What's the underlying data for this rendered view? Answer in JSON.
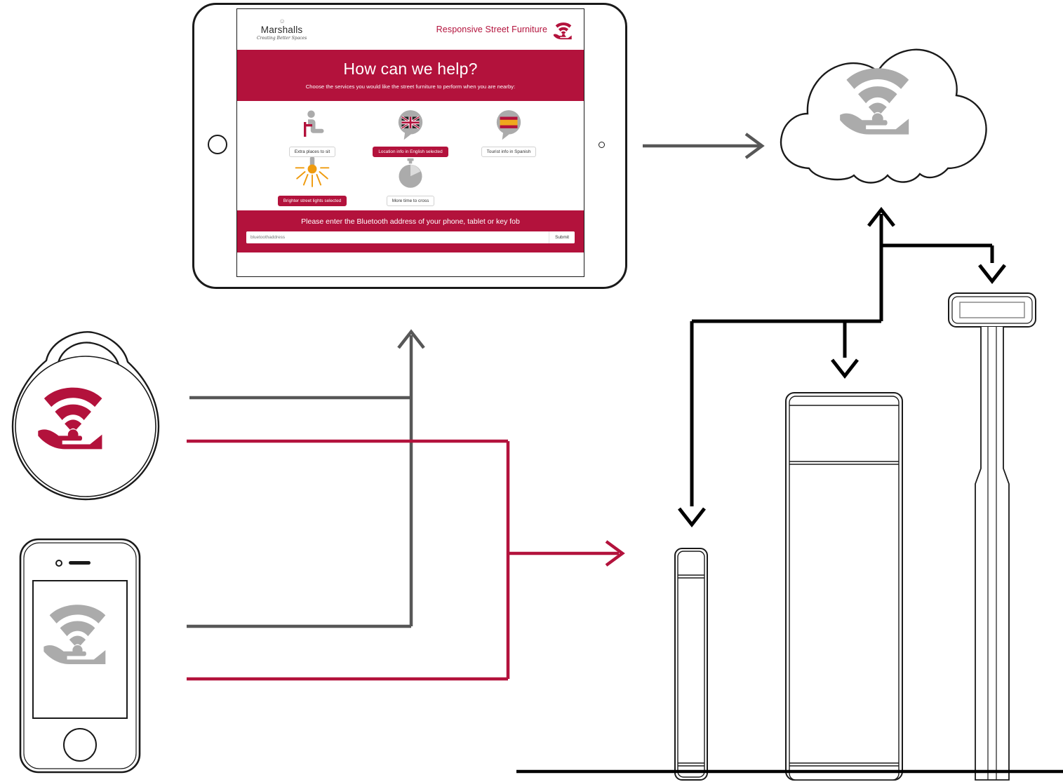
{
  "diagram": {
    "title": "Responsive Street Furniture system diagram",
    "colors": {
      "brand_red": "#B3123C",
      "gray_arrow": "#575757",
      "icon_gray": "#ababab",
      "outline": "#1a1a1a",
      "amber": "#ef9b0f"
    }
  },
  "tablet": {
    "header": {
      "logo_mark": "☺",
      "logo_name": "Marshalls",
      "logo_tagline": "Creating Better Spaces",
      "product_title": "Responsive Street Furniture",
      "wifi_icon": "wifi-hand-icon"
    },
    "hero": {
      "heading": "How can we help?",
      "subheading": "Choose the services you would like the street furniture to perform when you are nearby:"
    },
    "services": [
      {
        "id": "extra-seating",
        "label": "Extra places to sit",
        "icon": "seated-person-icon",
        "selected": false
      },
      {
        "id": "location-english",
        "label": "Location info in English selected",
        "icon": "uk-flag-speech-bubble-icon",
        "selected": true
      },
      {
        "id": "tourist-spanish",
        "label": "Tourist info in Spanish",
        "icon": "spain-flag-speech-bubble-icon",
        "selected": false
      },
      {
        "id": "brighter-lights",
        "label": "Brighter street lights selected",
        "icon": "bright-lamp-icon",
        "selected": true
      },
      {
        "id": "more-crossing-time",
        "label": "More time to cross",
        "icon": "stopwatch-icon",
        "selected": false
      }
    ],
    "bluetooth": {
      "prompt": "Please enter the Bluetooth address of your phone, tablet or key fob",
      "input_value": "",
      "input_placeholder": "bluetoothaddress",
      "submit_label": "Submit"
    }
  },
  "devices": {
    "keyfob": {
      "name": "key-fob",
      "icon": "wifi-hand-icon",
      "icon_color": "#B3123C"
    },
    "phone": {
      "name": "smartphone",
      "icon": "wifi-hand-icon",
      "icon_color": "#ababab"
    },
    "cloud": {
      "name": "cloud-service",
      "icon": "wifi-hand-icon",
      "icon_color": "#ababab"
    }
  },
  "street_furniture": [
    {
      "id": "bollard",
      "name": "bollard"
    },
    {
      "id": "bin",
      "name": "waste-bin-unit"
    },
    {
      "id": "street-light",
      "name": "street-light"
    }
  ],
  "connections": [
    {
      "id": "tablet-to-cloud",
      "color": "#575757",
      "from": "tablet",
      "to": "cloud"
    },
    {
      "id": "devices-to-cloud",
      "color": "#575757",
      "from": "key-fob-and-phone",
      "to": "cloud"
    },
    {
      "id": "devices-to-street-furniture",
      "color": "#B3123C",
      "from": "key-fob-and-phone",
      "to": "street-furniture"
    },
    {
      "id": "cloud-to-bollard",
      "color": "#000000",
      "from": "cloud",
      "to": "bollard"
    },
    {
      "id": "cloud-to-bin",
      "color": "#000000",
      "from": "cloud",
      "to": "waste-bin-unit"
    },
    {
      "id": "cloud-to-street-light",
      "color": "#000000",
      "from": "cloud",
      "to": "street-light"
    }
  ]
}
